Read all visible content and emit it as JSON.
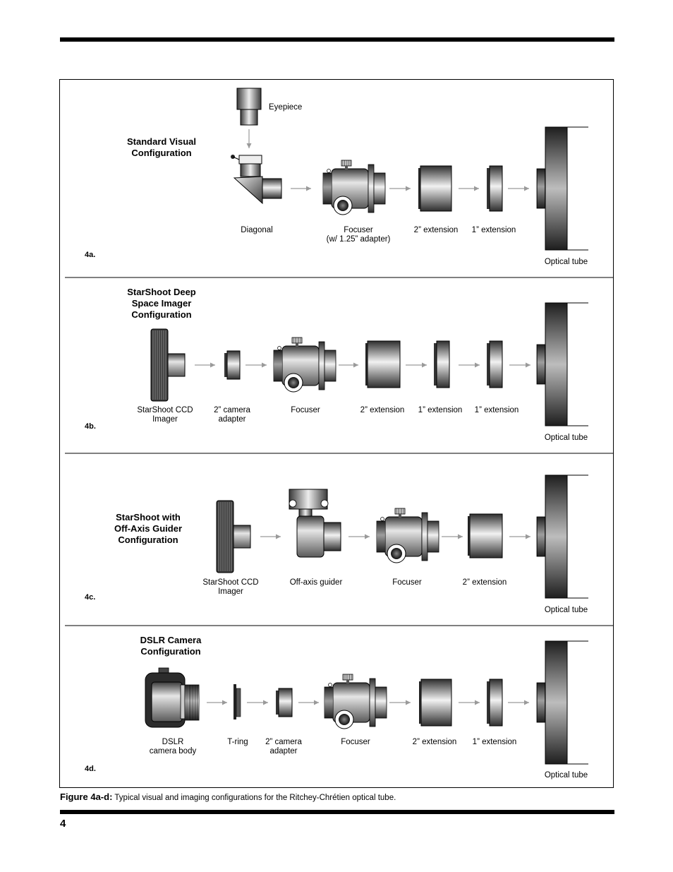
{
  "panels": {
    "a": {
      "tag": "4a.",
      "title_lines": [
        "Standard Visual",
        "Configuration"
      ],
      "labels": {
        "eyepiece": "Eyepiece",
        "diagonal": "Diagonal",
        "focuser": "Focuser",
        "focuser_note": "(w/ 1.25” adapter)",
        "ext2": "2” extension",
        "ext1": "1” extension",
        "optical_tube": "Optical tube"
      }
    },
    "b": {
      "tag": "4b.",
      "title_lines": [
        "StarShoot Deep",
        "Space Imager",
        "Configuration"
      ],
      "labels": {
        "ccd": [
          "StarShoot CCD",
          "Imager"
        ],
        "cam_adapter": [
          "2” camera",
          "adapter"
        ],
        "focuser": "Focuser",
        "ext2": "2” extension",
        "ext1a": "1” extension",
        "ext1b": "1” extension",
        "optical_tube": "Optical tube"
      }
    },
    "c": {
      "tag": "4c.",
      "title_lines": [
        "StarShoot with",
        "Off-Axis Guider",
        "Configuration"
      ],
      "labels": {
        "ccd": [
          "StarShoot CCD",
          "Imager"
        ],
        "off_axis": "Off-axis guider",
        "focuser": "Focuser",
        "ext2": "2” extension",
        "optical_tube": "Optical tube"
      }
    },
    "d": {
      "tag": "4d.",
      "title_lines": [
        "DSLR Camera",
        "Configuration"
      ],
      "labels": {
        "dslr": [
          "DSLR",
          "camera body"
        ],
        "tring": "T-ring",
        "cam_adapter": [
          "2” camera",
          "adapter"
        ],
        "focuser": "Focuser",
        "ext2": "2” extension",
        "ext1": "1” extension",
        "optical_tube": "Optical tube"
      }
    }
  },
  "caption": {
    "label": "Figure 4a-d:",
    "text": "Typical visual and imaging configurations for the Ritchey-Chrétien optical tube."
  },
  "page_number": "4"
}
